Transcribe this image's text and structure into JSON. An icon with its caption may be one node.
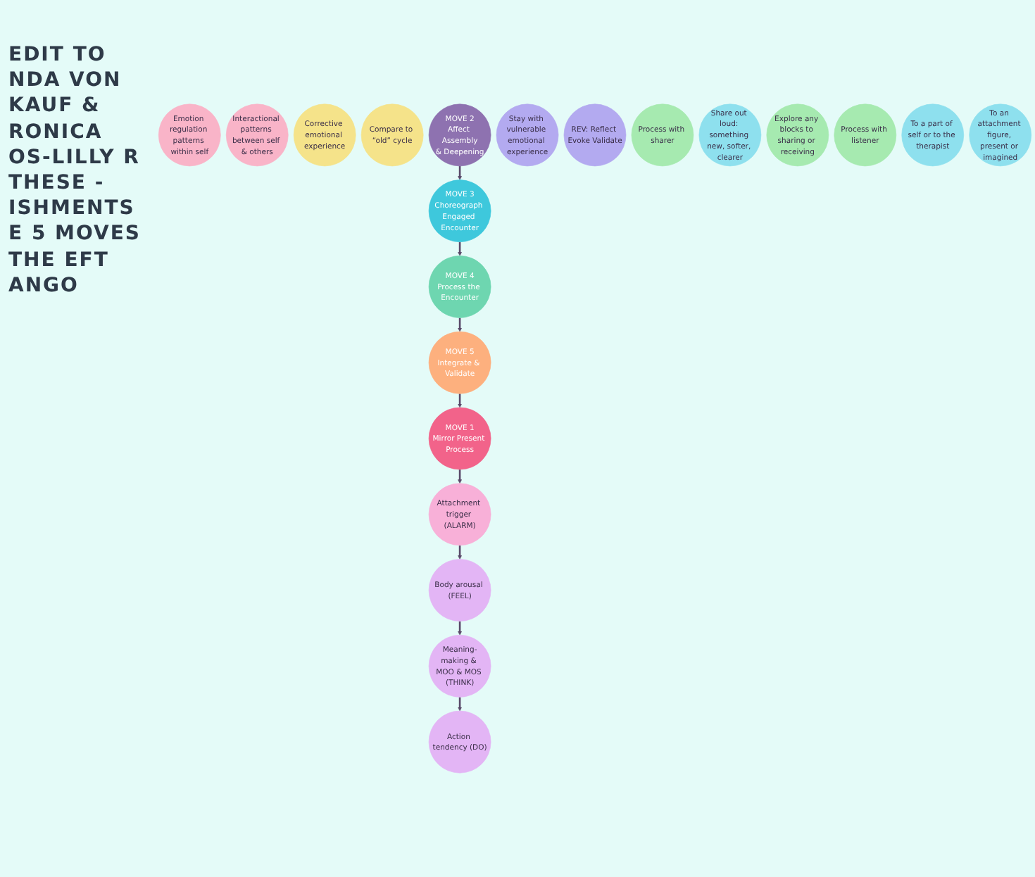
{
  "diagram": {
    "nodes": [
      {
        "text": [
          "Emotion regulation patterns within self"
        ]
      },
      {
        "text": [
          "Interactional patterns between self & others"
        ]
      },
      {
        "text": [
          "MOVE 1",
          "Mirror Present Process"
        ]
      },
      {
        "text": [
          "Attachment trigger (ALARM)"
        ]
      },
      {
        "text": [
          "Meaning-making & MOO & MOS (THINK)"
        ]
      },
      {
        "text": [
          "Corrective emotional experience"
        ]
      },
      {
        "text": [
          "Body arousal (FEEL)"
        ]
      },
      {
        "text": [
          "Compare to “old” cycle"
        ]
      },
      {
        "text": [
          "MOVE 5",
          "Integrate & Validate"
        ]
      },
      {
        "text": [
          "MOVE 2",
          "Affect Assembly",
          "& Deepening"
        ]
      },
      {
        "text": [
          "Action tendency (DO)"
        ]
      },
      {
        "text": [
          "Stay with vulnerable emotional experience"
        ]
      },
      {
        "text": [
          "REV: Reflect Evoke Validate"
        ]
      },
      {
        "text": [
          "MOVE 4",
          "Process the Encounter"
        ]
      },
      {
        "text": [
          "MOVE 3",
          "Choreograph Engaged Encounter"
        ]
      },
      {
        "text": [
          "Process with sharer"
        ]
      },
      {
        "text": [
          "Share out loud: something new, softer, clearer"
        ]
      },
      {
        "text": [
          "Explore any blocks to sharing or receiving"
        ]
      },
      {
        "text": [
          "Process with listener"
        ]
      },
      {
        "text": [
          "To a part of self or to the therapist"
        ]
      },
      {
        "text": [
          "To an attachment figure, present or imagined"
        ]
      }
    ],
    "edges": [
      {
        "from": 8,
        "to": 2,
        "arrow": "to"
      },
      {
        "from": 2,
        "to": 3,
        "arrow": "to"
      },
      {
        "from": 3,
        "to": 6,
        "arrow": "to"
      },
      {
        "from": 6,
        "to": 4,
        "arrow": "to"
      },
      {
        "from": 4,
        "to": 10,
        "arrow": "to"
      },
      {
        "from": 9,
        "to": 14,
        "arrow": "to"
      },
      {
        "from": 14,
        "to": 13,
        "arrow": "to"
      },
      {
        "from": 13,
        "to": 8,
        "arrow": "to"
      }
    ],
    "labels": [
      "EDIT TO NDA VON KAUF & RONICA OS-LILLY R THESE -ISHMENTS E 5 MOVES THE EFT ANGO"
    ]
  }
}
